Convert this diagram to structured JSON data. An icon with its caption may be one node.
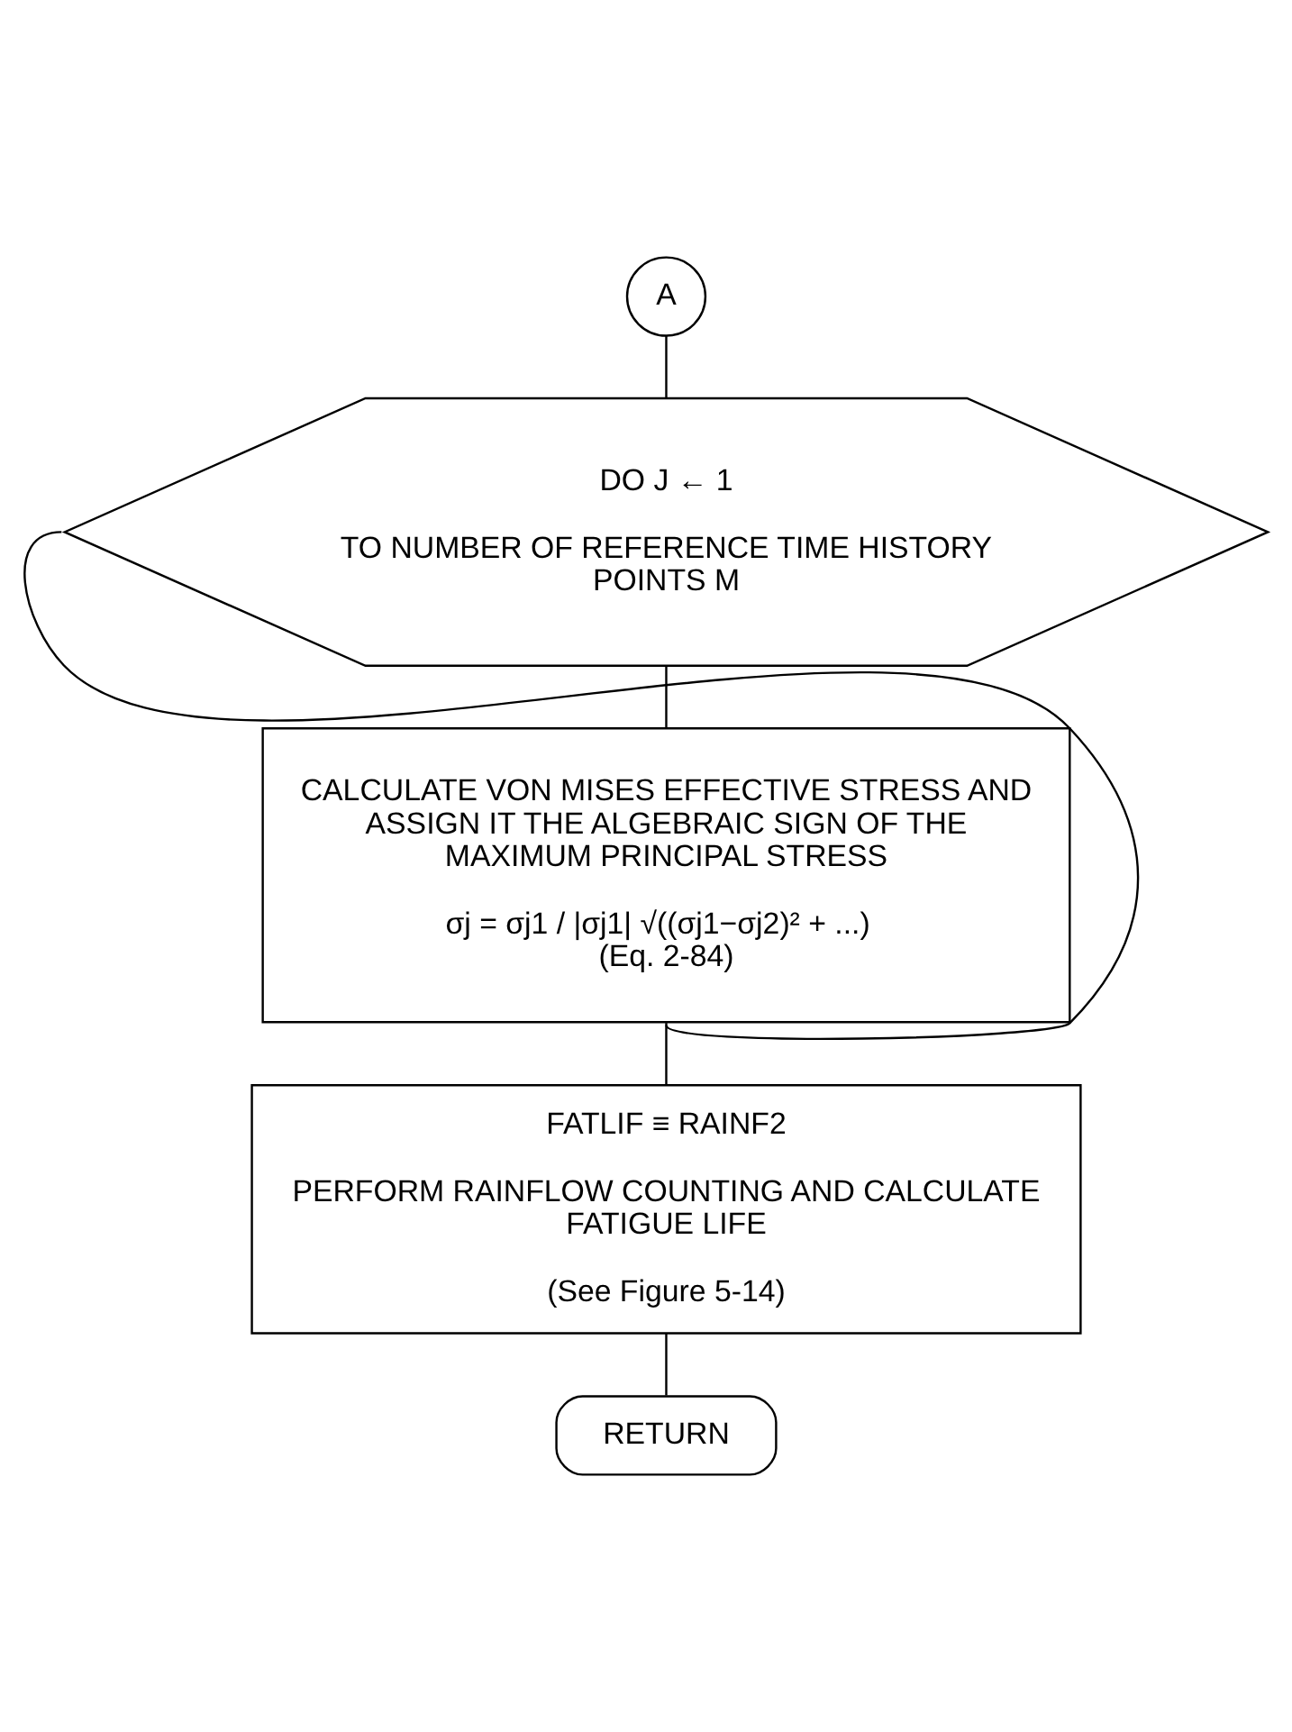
{
  "diagram": {
    "nodes": [
      {
        "text": [
          "A"
        ]
      },
      {
        "text": [
          "DO J ← 1",
          "TO NUMBER OF REFERENCE TIME HISTORY POINTS M"
        ]
      },
      {
        "text": [
          "CALCULATE VON MISES EFFECTIVE STRESS AND ASSIGN IT THE ALGEBRAIC SIGN OF THE MAXIMUM PRINCIPAL STRESS",
          "σj = σj1 / |σj1| √((σj1−σj2)² + ...)   (Eq. 2-84)"
        ]
      },
      {
        "text": [
          "FATLIF ≡ RAINF2",
          "PERFORM RAINFLOW COUNTING AND CALCULATE FATIGUE LIFE",
          "(See Figure 5-14)"
        ]
      },
      {
        "text": [
          "RETURN"
        ]
      }
    ],
    "edges": [
      {
        "from": 0,
        "to": 1,
        "arrow": "none"
      },
      {
        "from": 1,
        "to": 2,
        "arrow": "none"
      },
      {
        "from": 2,
        "to": 3,
        "arrow": "none"
      },
      {
        "from": 3,
        "to": 4,
        "arrow": "none"
      },
      {
        "from": 2,
        "to": 1,
        "arrow": "none"
      }
    ]
  }
}
